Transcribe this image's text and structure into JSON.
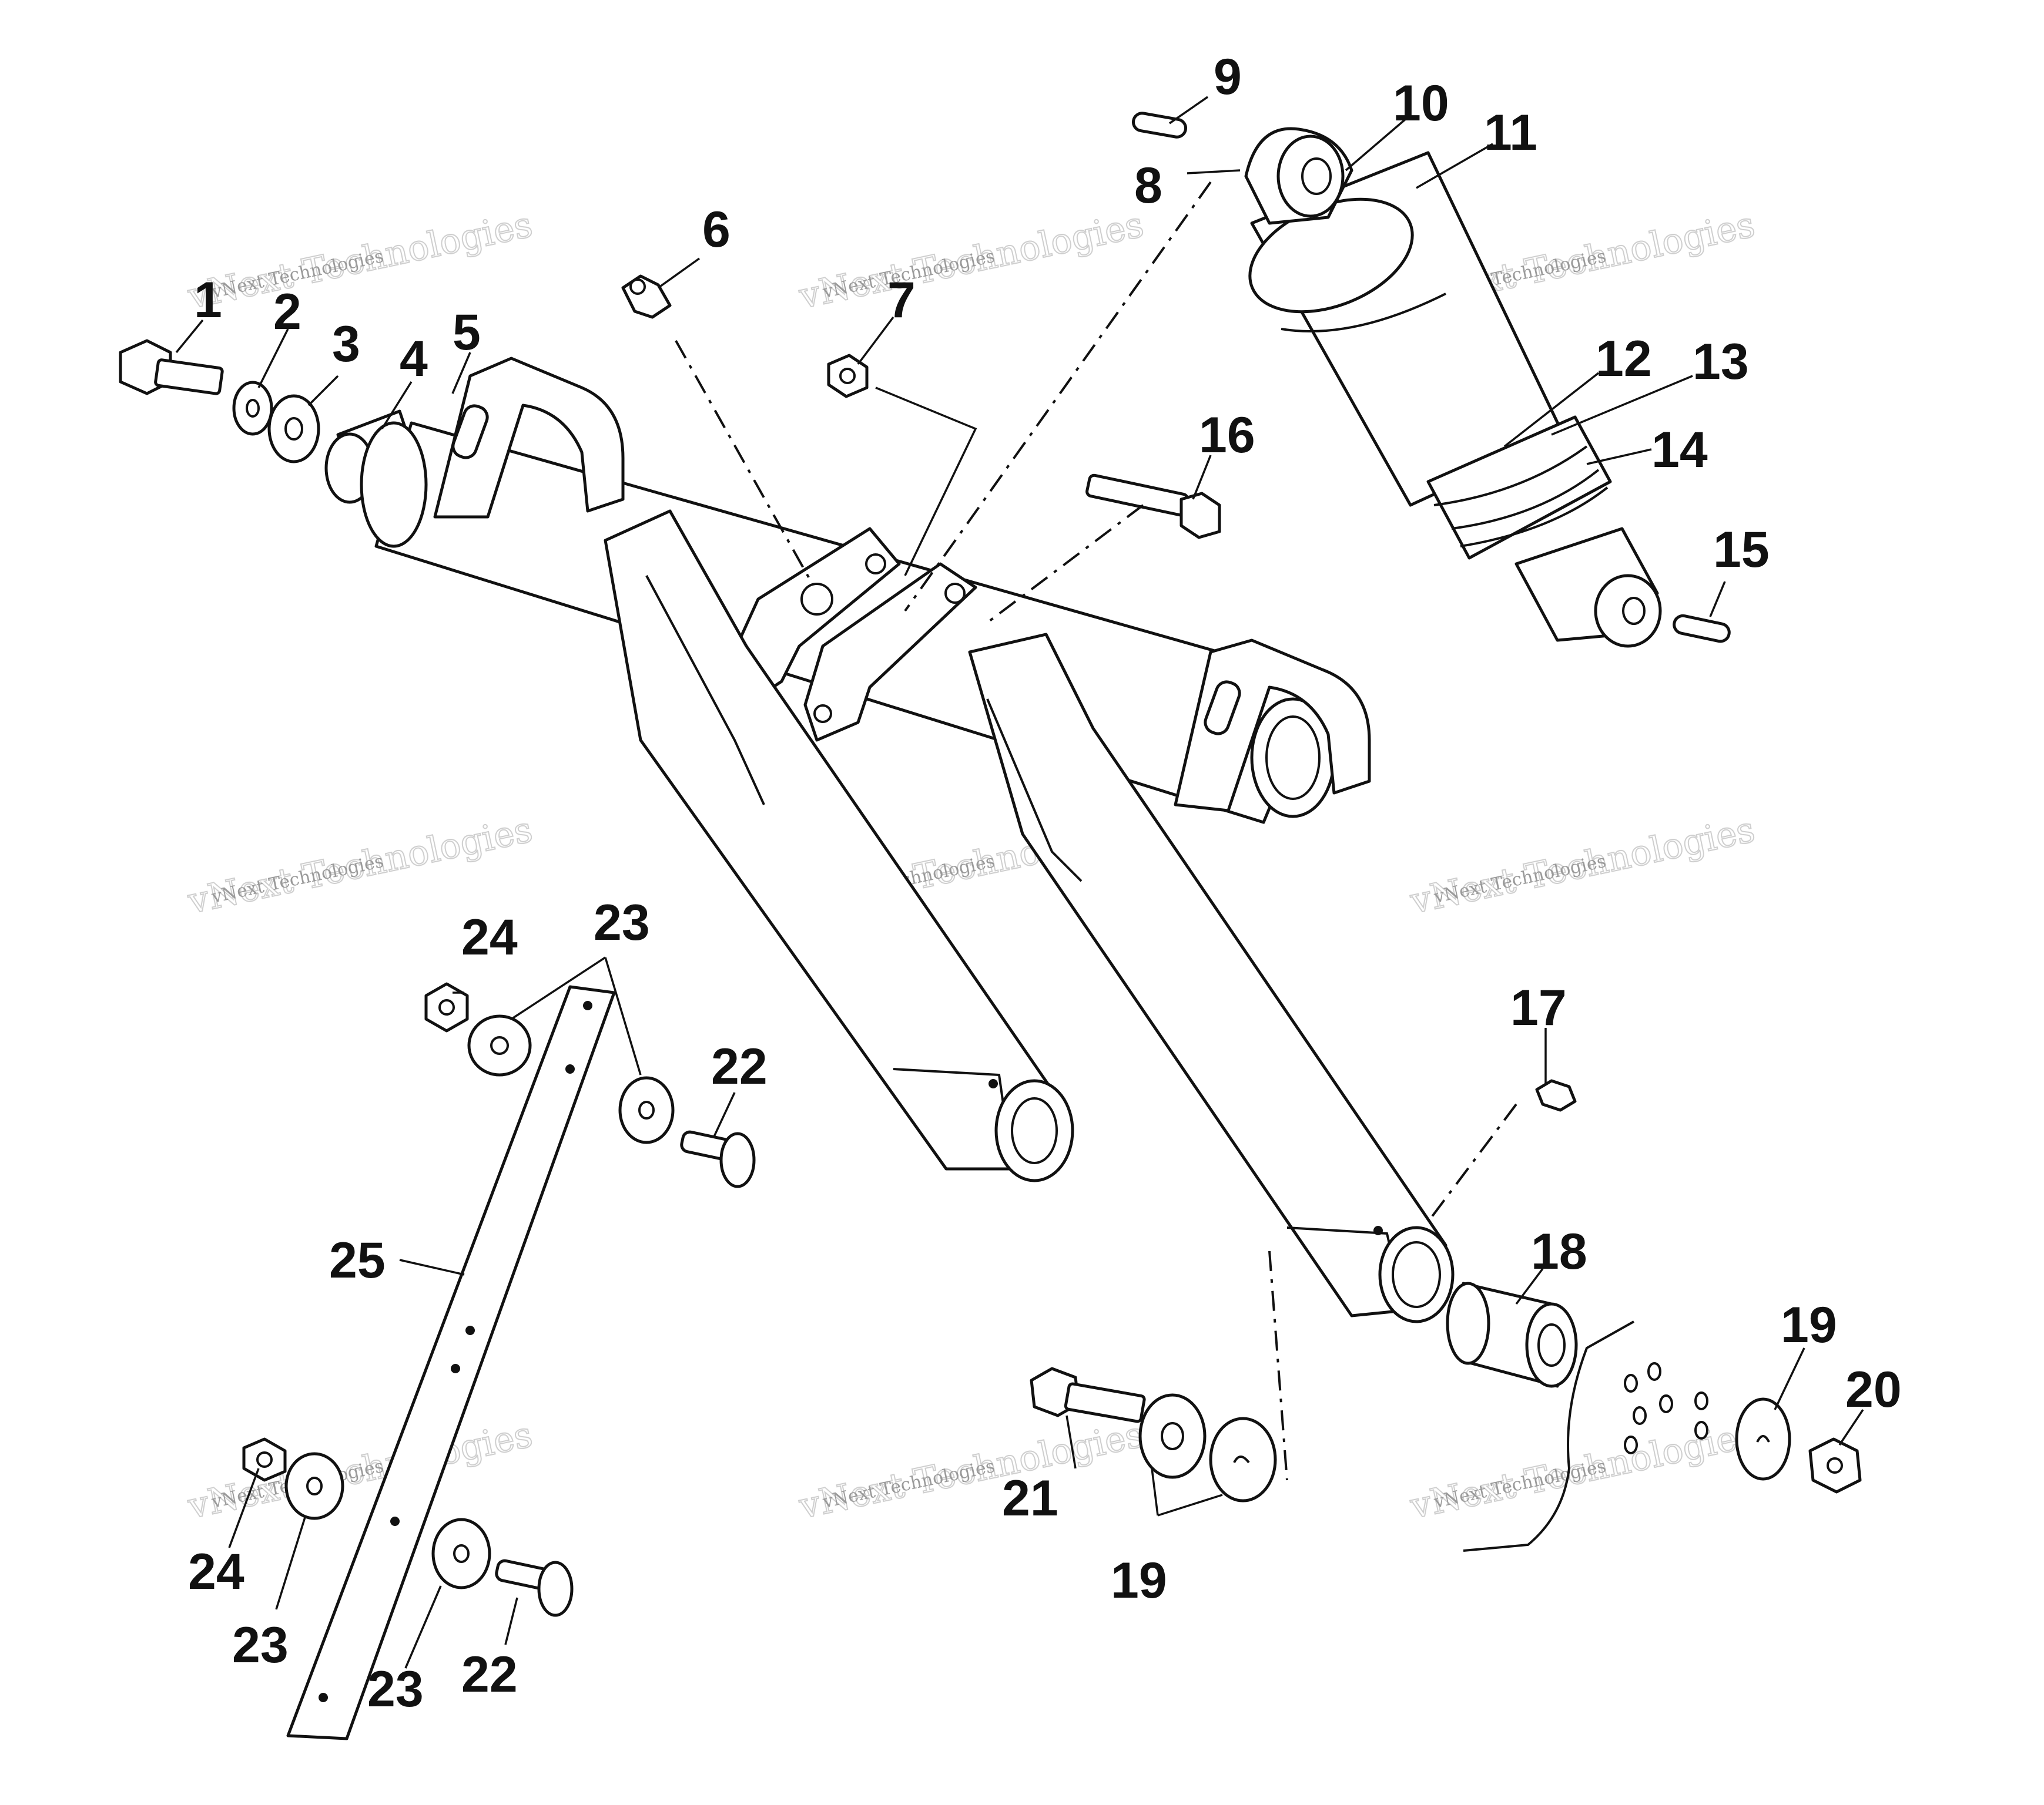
{
  "diagram": {
    "watermark_text": "vNext Technologies",
    "callouts": [
      {
        "id": "c1",
        "label": "1"
      },
      {
        "id": "c2",
        "label": "2"
      },
      {
        "id": "c3",
        "label": "3"
      },
      {
        "id": "c4",
        "label": "4"
      },
      {
        "id": "c5",
        "label": "5"
      },
      {
        "id": "c6",
        "label": "6"
      },
      {
        "id": "c7",
        "label": "7"
      },
      {
        "id": "c8",
        "label": "8"
      },
      {
        "id": "c9",
        "label": "9"
      },
      {
        "id": "c10",
        "label": "10"
      },
      {
        "id": "c11",
        "label": "11"
      },
      {
        "id": "c12",
        "label": "12"
      },
      {
        "id": "c13",
        "label": "13"
      },
      {
        "id": "c14",
        "label": "14"
      },
      {
        "id": "c15",
        "label": "15"
      },
      {
        "id": "c16",
        "label": "16"
      },
      {
        "id": "c17",
        "label": "17"
      },
      {
        "id": "c18",
        "label": "18"
      },
      {
        "id": "c19a",
        "label": "19"
      },
      {
        "id": "c19b",
        "label": "19"
      },
      {
        "id": "c20",
        "label": "20"
      },
      {
        "id": "c21",
        "label": "21"
      },
      {
        "id": "c22a",
        "label": "22"
      },
      {
        "id": "c22b",
        "label": "22"
      },
      {
        "id": "c23a",
        "label": "23"
      },
      {
        "id": "c23b",
        "label": "23"
      },
      {
        "id": "c23c",
        "label": "23"
      },
      {
        "id": "c24a",
        "label": "24"
      },
      {
        "id": "c24b",
        "label": "24"
      },
      {
        "id": "c25",
        "label": "25"
      }
    ]
  }
}
